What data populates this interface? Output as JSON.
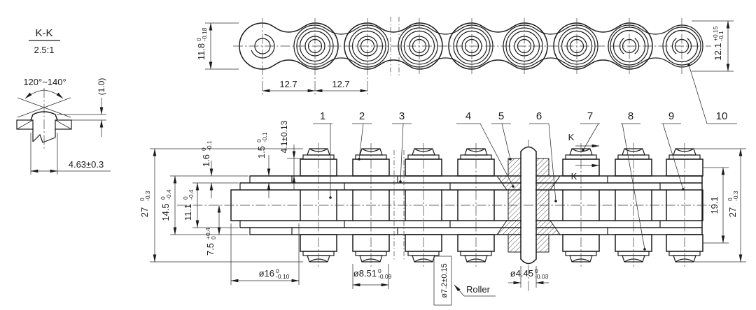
{
  "drawing": {
    "detail_view": {
      "section_label": "K-K",
      "scale": "2.5:1",
      "angle_dim": "120°~140°",
      "ref_height_dim": "(1.0)",
      "rivet_width_dim": "4.63±0.3"
    },
    "side_view": {
      "plate_height": {
        "value": "11.8",
        "upper": "0",
        "lower": "-0.18"
      },
      "pitch_1": "12.7",
      "pitch_2": "12.7",
      "clip_link_height": {
        "value": "12.1",
        "upper": "+0.15",
        "lower": "-0.1"
      }
    },
    "callouts": {
      "c1": "1",
      "c2": "2",
      "c3": "3",
      "c4": "4",
      "c5": "5",
      "c6": "6",
      "c7": "7",
      "c8": "8",
      "c9": "9",
      "c10": "10"
    },
    "section_marks": {
      "upper": "K",
      "lower": "K"
    },
    "front_view": {
      "overall_width_left": {
        "value": "27",
        "upper": "0",
        "lower": "-0.3"
      },
      "outer_plate_span": {
        "value": "14.5",
        "upper": "0",
        "lower": "-0.4"
      },
      "inner_plate_span": {
        "value": "11.1",
        "upper": "0",
        "lower": "-0.4"
      },
      "half_span": {
        "value": "7.5",
        "upper": "+0.4",
        "lower": "0"
      },
      "outer_plate_thickness": {
        "value": "1.6",
        "upper": "0",
        "lower": "-0.1"
      },
      "inner_plate_thickness": {
        "value": "1.5",
        "upper": "0",
        "lower": "-0.1"
      },
      "pin_head_height": "4.1±0.13",
      "inner_width": "19.1",
      "overall_width_right": {
        "value": "27",
        "upper": "0",
        "lower": "-0.3"
      },
      "end_dia": {
        "value": "ø16",
        "upper": "0",
        "lower": "-0.10"
      },
      "bush_dia": {
        "value": "ø8.51",
        "upper": "0",
        "lower": "-0.09"
      },
      "pin_dia": {
        "value": "ø4.45",
        "upper": "0",
        "lower": "-0.03"
      },
      "roller_dia_boxed": "ø7.2±0.15",
      "roller_label": "Roller"
    }
  }
}
